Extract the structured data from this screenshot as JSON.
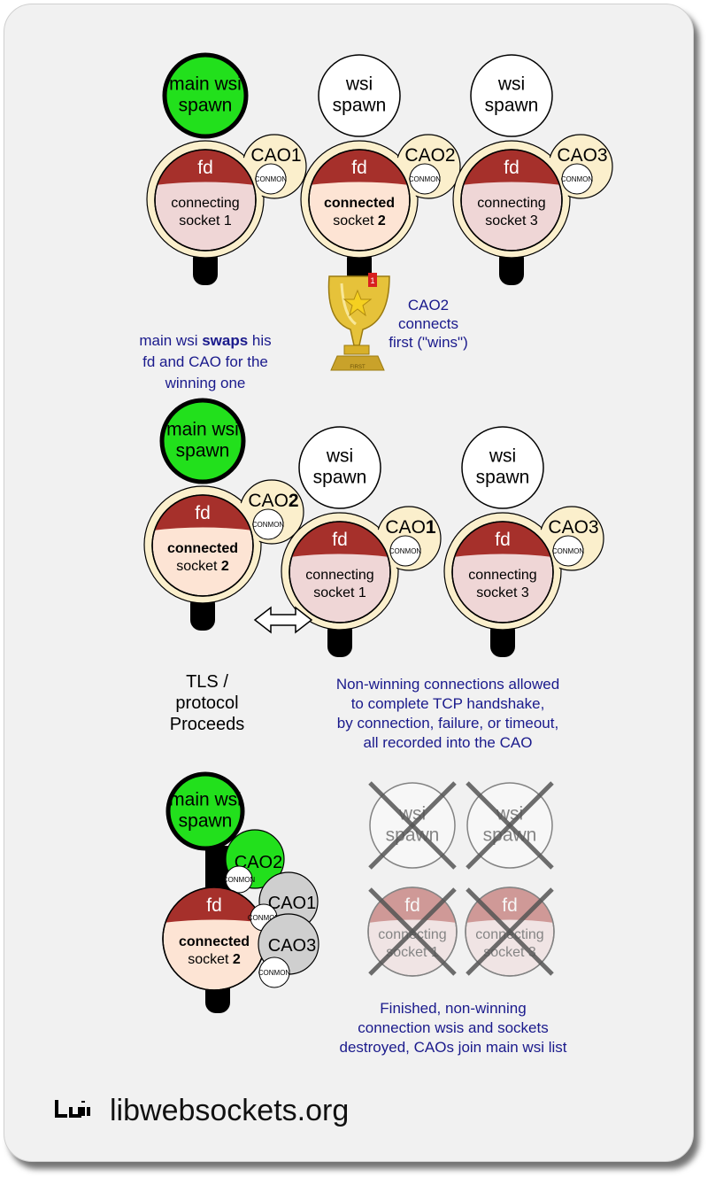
{
  "row1": {
    "spawns": [
      "main wsi\nspawn",
      "wsi\nspawn",
      "wsi\nspawn"
    ],
    "caos": [
      "CAO1",
      "CAO2",
      "CAO3"
    ],
    "fd": "fd",
    "conmon": "CONMON",
    "sockets": [
      {
        "status": "connecting",
        "name": "socket 1"
      },
      {
        "status": "connected",
        "name": "socket",
        "num": "2"
      },
      {
        "status": "connecting",
        "name": "socket 3"
      }
    ],
    "trophy_tag": "FIRST",
    "trophy_ribbon": "1",
    "caption_left": [
      "main wsi ",
      "swaps",
      " his",
      "fd and CAO for the",
      "winning one"
    ],
    "caption_right": [
      "CAO2",
      "connects",
      "first (\"wins\")"
    ]
  },
  "row2": {
    "spawns": [
      "main wsi\nspawn",
      "wsi\nspawn",
      "wsi\nspawn"
    ],
    "caos": [
      {
        "pre": "CAO",
        "num": "2"
      },
      {
        "pre": "CAO",
        "num": "1"
      },
      {
        "pre": "CAO3",
        "num": ""
      }
    ],
    "sockets": [
      {
        "status": "connected",
        "name": "socket",
        "num": "2"
      },
      {
        "status": "connecting",
        "name": "socket 1"
      },
      {
        "status": "connecting",
        "name": "socket 3"
      }
    ],
    "caption_left": [
      "TLS /",
      "protocol",
      "Proceeds"
    ],
    "caption_right": [
      "Non-winning connections allowed",
      "to complete TCP handshake,",
      "by connection, failure, or timeout,",
      "all recorded into the CAO"
    ]
  },
  "row3": {
    "spawn": "main wsi\nspawn",
    "caos": [
      "CAO2",
      "CAO1",
      "CAO3"
    ],
    "socket": {
      "status": "connected",
      "name": "socket",
      "num": "2"
    },
    "ghost_spawns": [
      "wsi\nspawn",
      "wsi\nspawn"
    ],
    "ghost_sockets": [
      {
        "status": "connecting",
        "name": "socket 1"
      },
      {
        "status": "connecting",
        "name": "socket 3"
      }
    ],
    "caption": [
      "Finished, non-winning",
      "connection wsis and sockets",
      "destroyed, CAOs join main wsi list"
    ]
  },
  "footer": {
    "logo_text": "libwebsockets.org"
  },
  "colors": {
    "green": "#22e01c",
    "fd_red": "#a6302b",
    "socket_pink": "#efd6d6",
    "socket_peach": "#fde4d4",
    "cao_cream": "#fbefcc",
    "cao_grey": "#cfcfcf",
    "caption_blue": "#1a1a8c"
  }
}
